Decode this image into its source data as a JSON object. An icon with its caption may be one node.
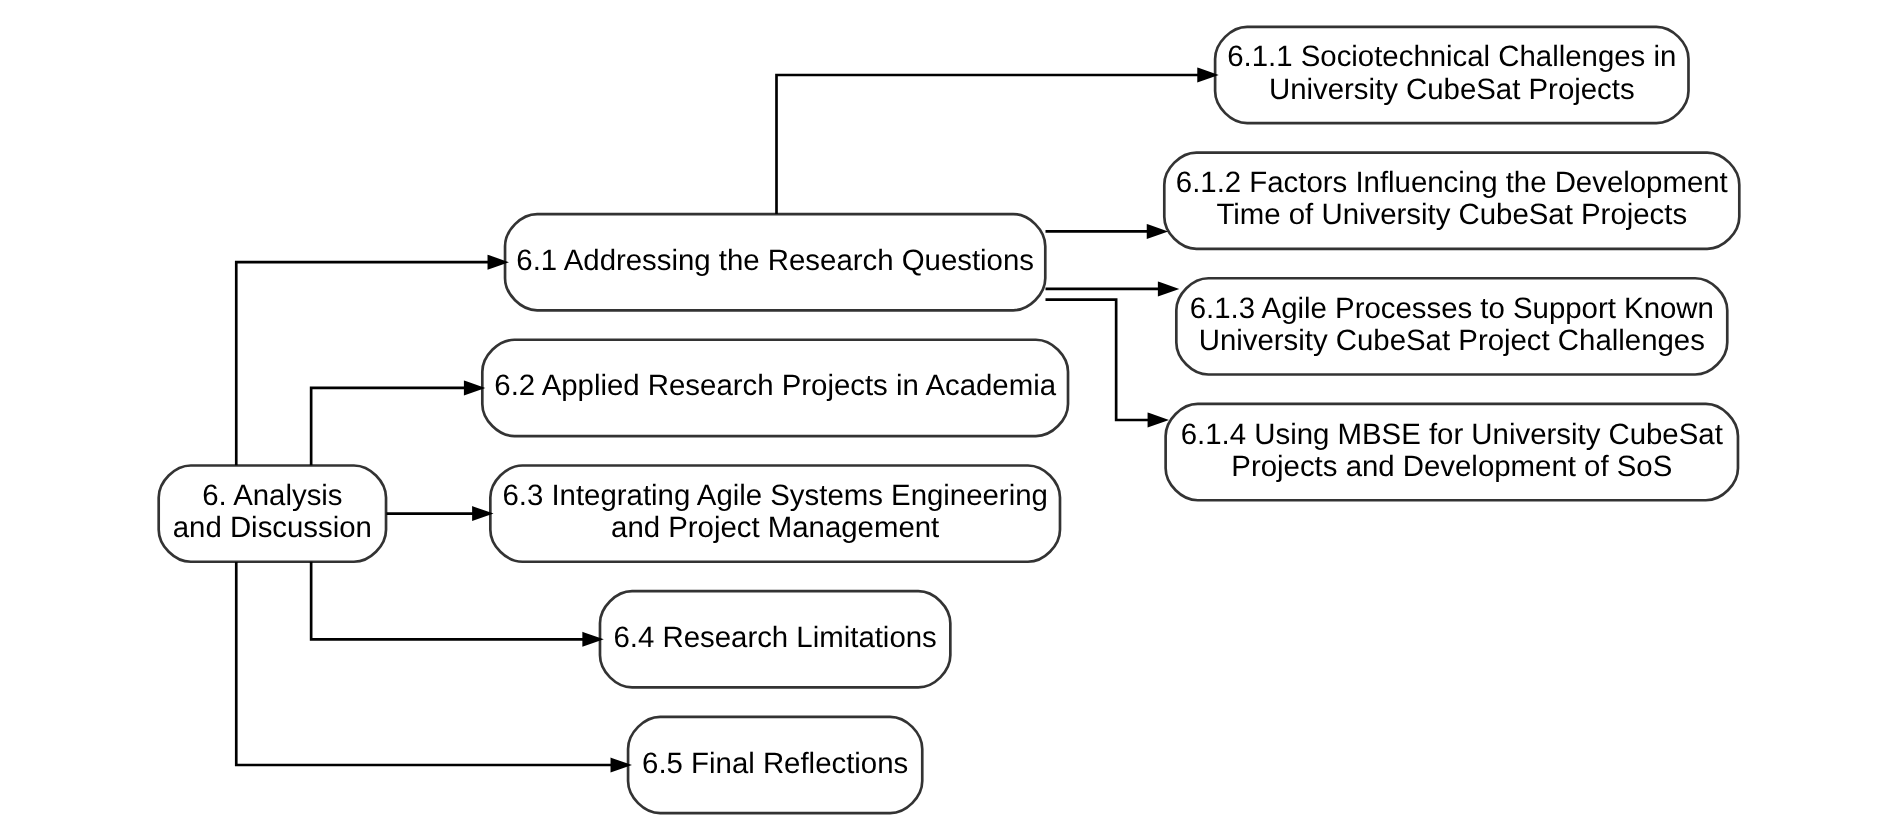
{
  "diagram": {
    "nodes": [
      {
        "text": [
          "6. Analysis and Discussion"
        ]
      },
      {
        "text": [
          "6.1 Addressing the Research Questions"
        ]
      },
      {
        "text": [
          "6.2 Applied Research Projects in Academia"
        ]
      },
      {
        "text": [
          "6.3 Integrating Agile Systems Engineering and Project Management"
        ]
      },
      {
        "text": [
          "6.4 Research Limitations"
        ]
      },
      {
        "text": [
          "6.5 Final Reflections"
        ]
      },
      {
        "text": [
          "6.1.1 Sociotechnical Challenges in University CubeSat Projects"
        ]
      },
      {
        "text": [
          "6.1.2 Factors Influencing the Development Time of University CubeSat Projects"
        ]
      },
      {
        "text": [
          "6.1.3 Agile Processes to Support Known University CubeSat Project Challenges"
        ]
      },
      {
        "text": [
          "6.1.4 Using MBSE for University CubeSat Projects and Development of SoS"
        ]
      }
    ],
    "edges": [
      {
        "from": 0,
        "to": 1,
        "arrow": "to"
      },
      {
        "from": 0,
        "to": 2,
        "arrow": "to"
      },
      {
        "from": 0,
        "to": 3,
        "arrow": "to"
      },
      {
        "from": 0,
        "to": 4,
        "arrow": "to"
      },
      {
        "from": 0,
        "to": 5,
        "arrow": "to"
      },
      {
        "from": 1,
        "to": 6,
        "arrow": "to"
      },
      {
        "from": 1,
        "to": 7,
        "arrow": "to"
      },
      {
        "from": 1,
        "to": 8,
        "arrow": "to"
      },
      {
        "from": 1,
        "to": 9,
        "arrow": "to"
      }
    ]
  }
}
